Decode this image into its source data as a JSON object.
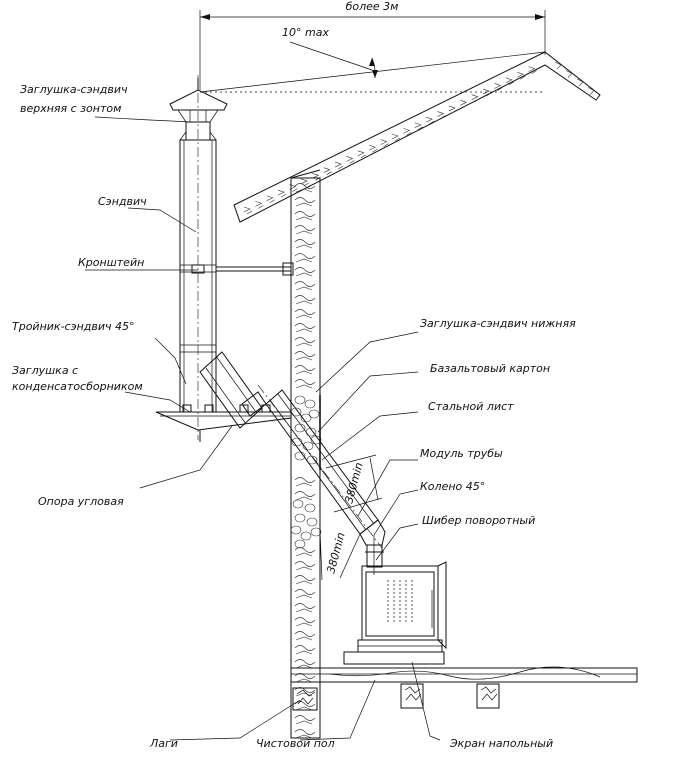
{
  "dimensions": {
    "span_label": "более 3м",
    "angle_label": "10° max",
    "gap_upper": "380min",
    "gap_lower": "380min"
  },
  "labels": {
    "top_cap": [
      "Заглушка-сэндвич",
      "верхняя с зонтом"
    ],
    "sandwich": "Сэндвич",
    "bracket": "Кронштейн",
    "tee": "Тройник-сэндвич 45°",
    "condensate_cap": [
      "Заглушка с",
      "конденсатосборником"
    ],
    "corner_support": "Опора угловая",
    "bottom_cap": "Заглушка-сэндвич нижняя",
    "basalt": "Базальтовый картон",
    "steel_sheet": "Стальной лист",
    "pipe_module": "Модуль трубы",
    "elbow": "Колено 45°",
    "damper": "Шибер поворотный",
    "joists": "Лаги",
    "finish_floor": "Чистовой пол",
    "floor_screen": "Экран напольный"
  }
}
